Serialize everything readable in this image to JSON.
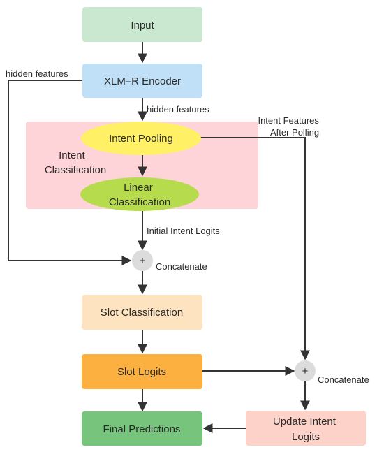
{
  "nodes": {
    "input": "Input",
    "encoder": "XLM–R Encoder",
    "intent_region": [
      "Intent",
      "Classification"
    ],
    "intent_pooling": "Intent Pooling",
    "linear_classification": [
      "Linear",
      "Classification"
    ],
    "plus_left": "+",
    "slot_classification": "Slot Classification",
    "slot_logits": "Slot Logits",
    "plus_right": "+",
    "final_predictions": "Final Predictions",
    "update_intent_logits": [
      "Update Intent",
      "Logits"
    ]
  },
  "edge_labels": {
    "hidden_features_left": "hidden features",
    "hidden_features_down": "hidden features",
    "intent_features_after_polling": [
      "Intent Features",
      "After Polling"
    ],
    "initial_intent_logits": "Initial Intent Logits",
    "concatenate_left": "Concatenate",
    "concatenate_right": "Concatenate"
  },
  "colors": {
    "input": "#c9e8cf",
    "encoder": "#bfe0f6",
    "intent_region": "#ffd4d8",
    "intent_pooling": "#fff066",
    "linear_classification": "#b6dc4e",
    "plus": "#dcdcdc",
    "slot_classification": "#fde3bf",
    "slot_logits": "#fbb040",
    "final_predictions": "#77c47d",
    "update_intent_logits": "#fdd2c8",
    "edge": "#333333"
  }
}
